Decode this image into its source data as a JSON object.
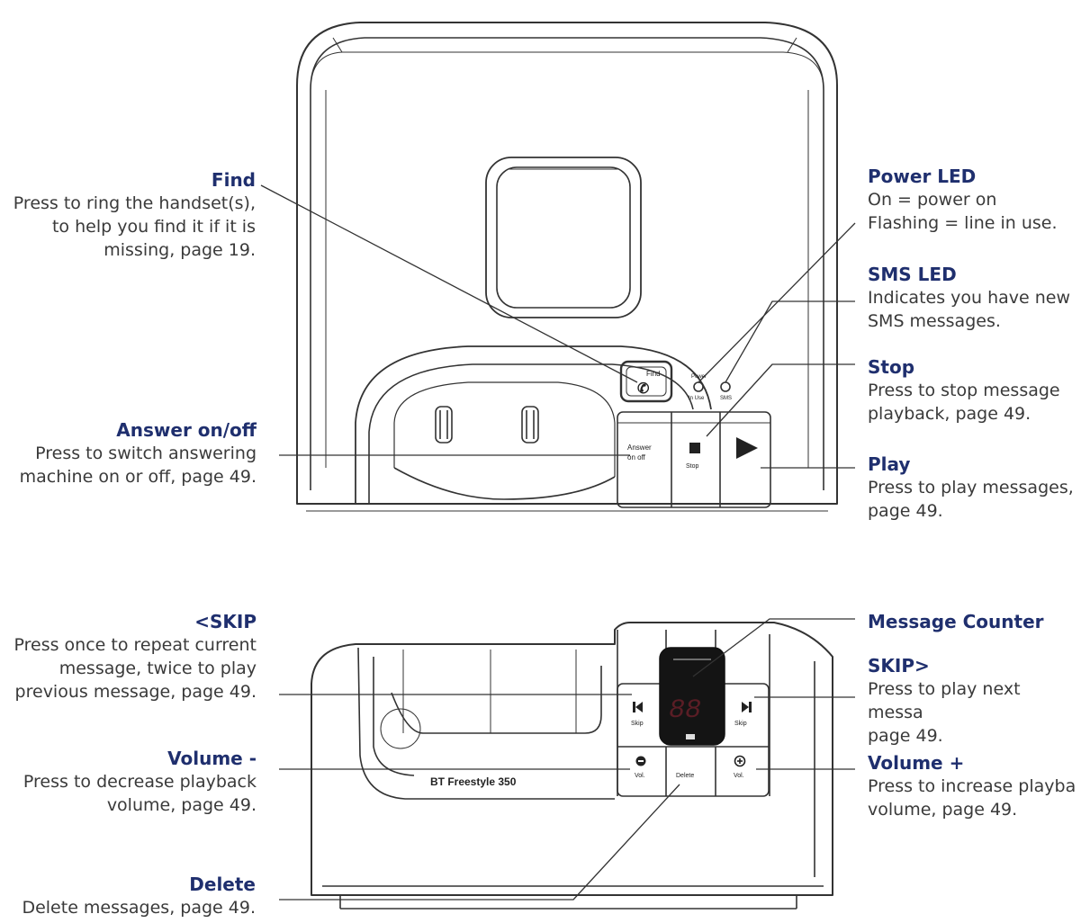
{
  "callouts": {
    "find": {
      "title": "Find",
      "desc": "Press to ring the handset(s),\nto help you find it if it is\nmissing, page 19."
    },
    "answer": {
      "title": "Answer on/off",
      "desc": "Press to switch answering\nmachine on or off, page 49."
    },
    "power_led": {
      "title": "Power LED",
      "desc": "On = power on\nFlashing = line in use."
    },
    "sms_led": {
      "title": "SMS LED",
      "desc": "Indicates you have new\nSMS messages."
    },
    "stop": {
      "title": "Stop",
      "desc": "Press to stop message\nplayback, page 49."
    },
    "play": {
      "title": "Play",
      "desc": "Press to play messages,\npage 49."
    },
    "skip_back": {
      "title": "<SKIP",
      "desc": "Press once to repeat current\nmessage, twice to play\nprevious message, page 49."
    },
    "volume_minus": {
      "title": "Volume -",
      "desc": "Press to decrease playback\nvolume, page 49."
    },
    "delete": {
      "title": "Delete",
      "desc": "Delete messages, page 49."
    },
    "message_counter": {
      "title": "Message Counter",
      "desc": ""
    },
    "skip_fwd": {
      "title": "SKIP>",
      "desc": "Press to play next messa\npage 49."
    },
    "volume_plus": {
      "title": "Volume +",
      "desc": "Press to increase playba\nvolume, page 49."
    }
  },
  "device_labels": {
    "find_btn": "Find",
    "power_led": "Power",
    "in_use": "In Use",
    "sms": "SMS",
    "answer_btn_1": "Answer",
    "answer_btn_2": "on   off",
    "stop_btn": "Stop",
    "skip_left": "Skip",
    "skip_right": "Skip",
    "vol_left": "Vol.",
    "vol_right": "Vol.",
    "delete_btn": "Delete",
    "counter": "88",
    "model": "BT Freestyle 350"
  },
  "colors": {
    "title": "#1f2f6e",
    "text": "#3a3a3a",
    "line": "#333333",
    "counter": "#c0283a"
  }
}
